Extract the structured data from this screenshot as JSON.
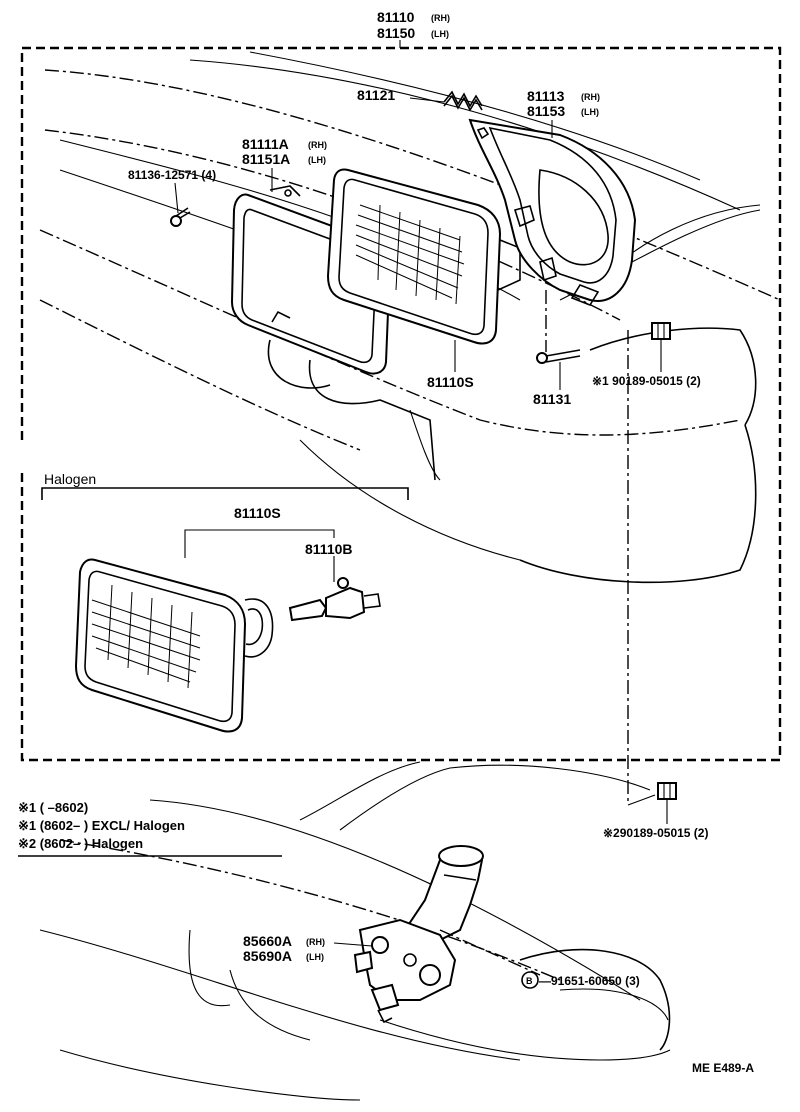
{
  "diagram": {
    "assembly": {
      "rh": "81110",
      "rh_tag": "(RH)",
      "lh": "81150",
      "lh_tag": "(LH)"
    },
    "spring": "81121",
    "housing": {
      "rh": "81113",
      "rh_tag": "(RH)",
      "lh": "81153",
      "lh_tag": "(LH)"
    },
    "rim": {
      "rh": "81111A",
      "rh_tag": "(RH)",
      "lh": "81151A",
      "lh_tag": "(LH)"
    },
    "rim_screw": "81136-12571 (4)",
    "sealed_beam": "81110S",
    "adjust_screw": "81131",
    "nut_1": "※1 90189-05015 (2)",
    "nut_2": "※290189-05015 (2)",
    "halogen": {
      "title": "Halogen",
      "unit": "81110S",
      "bulb": "81110B"
    },
    "notes": [
      "※1 (        –8602)",
      "※1 (8602–        ) EXCL/ Halogen",
      "※2 (8602–        ) Halogen"
    ],
    "switch": {
      "rh": "85660A",
      "rh_tag": "(RH)",
      "lh": "85690A",
      "lh_tag": "(LH)"
    },
    "bolt_symbol": "B",
    "bolt": "—91651-60650 (3)",
    "code": "ME  E489-A"
  }
}
